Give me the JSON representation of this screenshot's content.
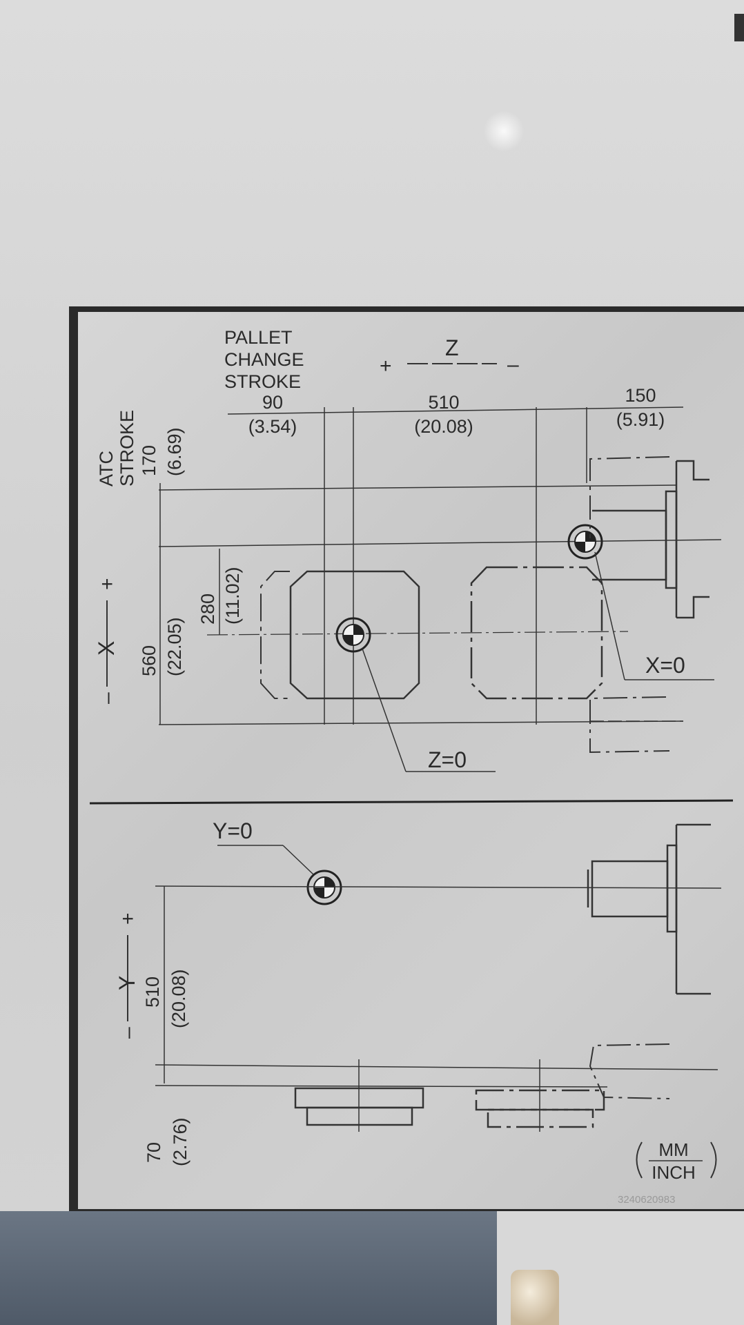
{
  "plate": {
    "pallet_change_stroke": [
      "PALLET",
      "CHANGE",
      "STROKE"
    ],
    "atc_stroke": [
      "ATC",
      "STROKE"
    ],
    "z_axis": {
      "plus": "+",
      "label": "Z",
      "minus": "–"
    },
    "x_axis": {
      "minus": "–",
      "label": "X",
      "plus": "+"
    },
    "y_axis": {
      "minus": "–",
      "label": "Y",
      "plus": "+"
    },
    "dims": {
      "z_90": "90",
      "z_90_in": "(3.54)",
      "z_510": "510",
      "z_510_in": "(20.08)",
      "z_150": "150",
      "z_150_in": "(5.91)",
      "atc_170": "170",
      "atc_170_in": "(6.69)",
      "x_560": "560",
      "x_560_in": "(22.05)",
      "x_280": "280",
      "x_280_in": "(11.02)",
      "y_510": "510",
      "y_510_in": "(20.08)",
      "y_70": "70",
      "y_70_in": "(2.76)"
    },
    "zero_labels": {
      "x": "X=0",
      "z": "Z=0",
      "y": "Y=0"
    },
    "units": {
      "top": "MM",
      "bottom": "INCH"
    },
    "serial": "3240620983"
  },
  "colors": {
    "plate": "#cccccc",
    "ink": "#2a2a2a",
    "frame": "#2a2a2a",
    "wall": "#d8d8d8"
  }
}
